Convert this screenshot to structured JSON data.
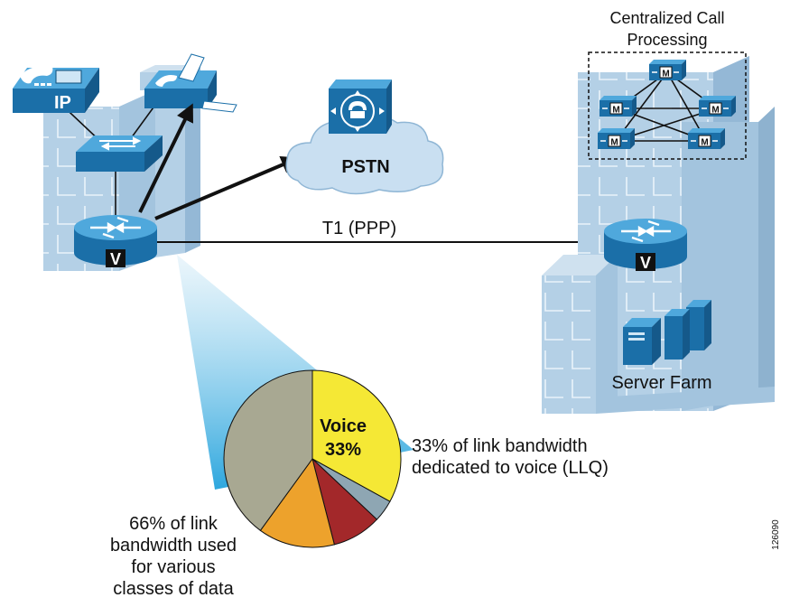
{
  "labels": {
    "centralized": [
      "Centralized Call",
      "Processing"
    ],
    "pstn": "PSTN",
    "link": "T1 (PPP)",
    "server_farm": "Server Farm",
    "ip_phone_badge": "IP",
    "voice_gateway_badge": "V",
    "call_manager_badge": "M",
    "voice_slice_title": "Voice",
    "voice_slice_pct": "33%",
    "voice_note": [
      "33% of link bandwidth",
      "dedicated to voice (LLQ)"
    ],
    "data_note": [
      "66% of link",
      "bandwidth used",
      "for various",
      "classes of data"
    ],
    "figure_id": "126090"
  },
  "colors": {
    "building": "#b4d0e6",
    "building_dark": "#94b8d6",
    "device_blue": "#1b6fa8",
    "device_light": "#4fa8dc",
    "cloud": "#c9dff1",
    "voice": "#f5e835",
    "data_gray": "#a8a892",
    "data_orange": "#eda22c",
    "data_red": "#a3282a",
    "data_slate": "#8ea6b3",
    "beam_top": "#c5e4f4",
    "beam_bottom": "#2ea7de"
  },
  "chart_data": {
    "type": "pie",
    "slices": [
      {
        "label": "Voice",
        "value": 33,
        "color": "#f5e835"
      },
      {
        "label": "",
        "value": 4,
        "color": "#8ea6b3"
      },
      {
        "label": "",
        "value": 9,
        "color": "#a3282a"
      },
      {
        "label": "",
        "value": 14,
        "color": "#eda22c"
      },
      {
        "label": "",
        "value": 40,
        "color": "#a8a892"
      }
    ]
  }
}
